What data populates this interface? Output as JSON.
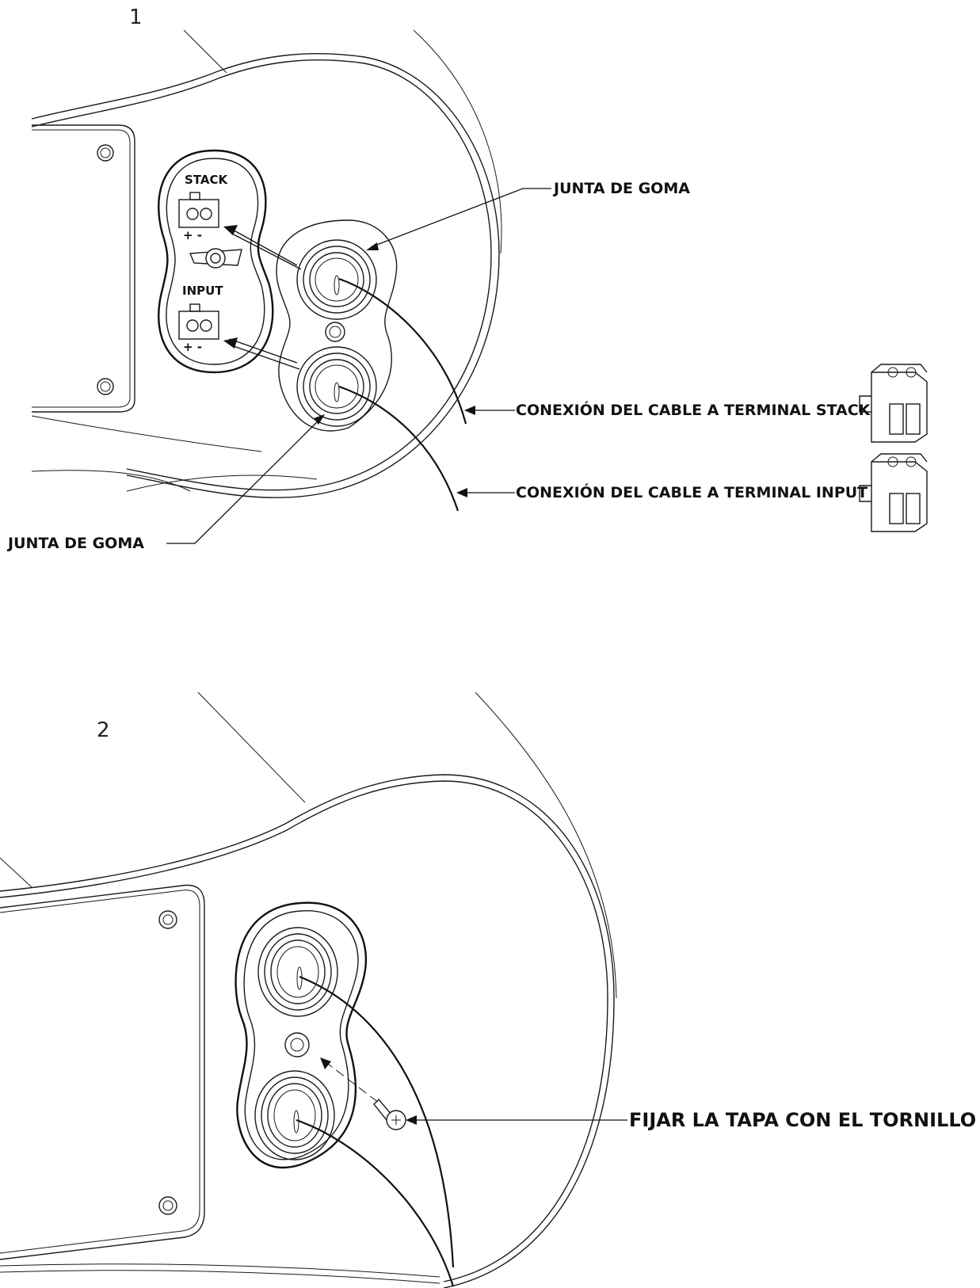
{
  "steps": {
    "one": "1",
    "two": "2"
  },
  "panel_one": {
    "rubber_gasket_top": "JUNTA DE GOMA",
    "rubber_gasket_bottom": "JUNTA DE GOMA",
    "stack_cable": "CONEXIÓN DEL CABLE A TERMINAL STACK",
    "input_cable": "CONEXIÓN DEL CABLE A TERMINAL INPUT",
    "stack_terminal": "STACK",
    "input_terminal": "INPUT",
    "polarity_stack": "+ -",
    "polarity_input": "+ -"
  },
  "panel_two": {
    "fix_cover_screw": "FIJAR LA TAPA CON EL TORNILLO"
  }
}
